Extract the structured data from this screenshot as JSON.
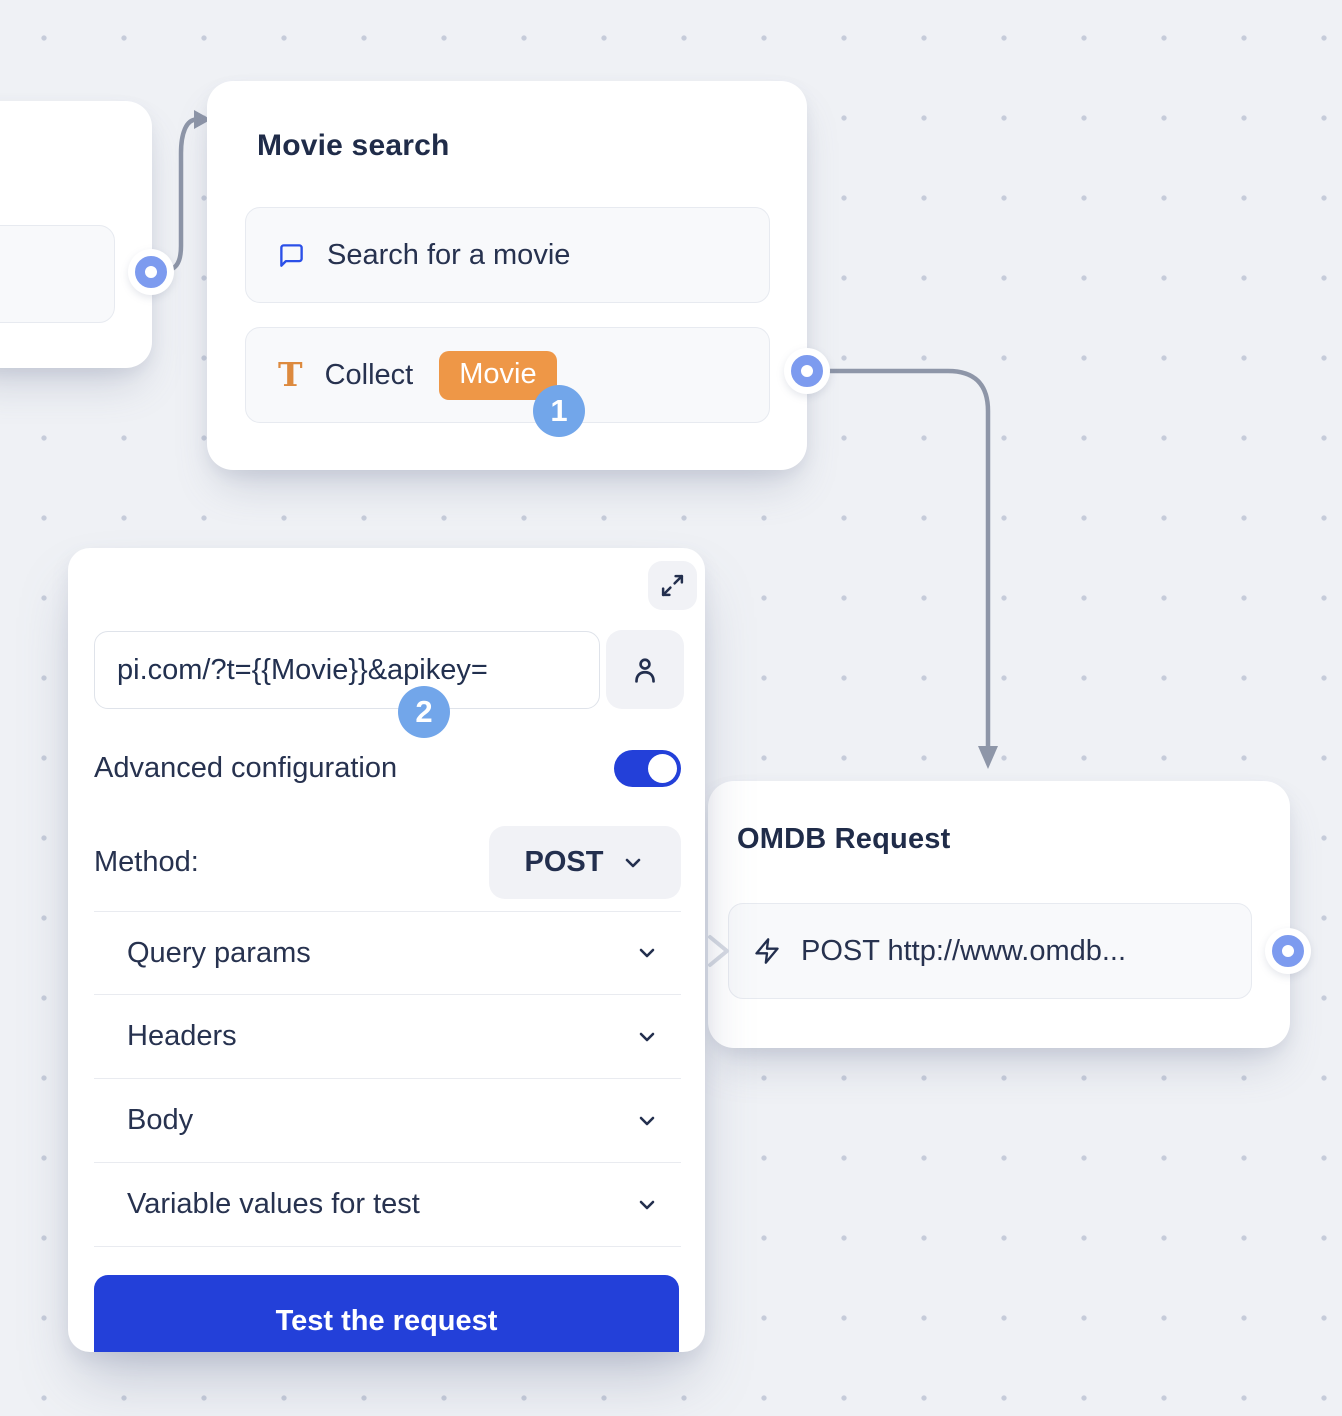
{
  "app": {
    "name": "chatbot flow builder canvas"
  },
  "colors": {
    "canvas_bg": "#eff1f5",
    "dot_grid": "#c6ccda",
    "card_bg": "#ffffff",
    "item_bg": "#f8f9fb",
    "item_border": "#e7eaf0",
    "title_text": "#202c49",
    "body_text": "#27324f",
    "accent_blue": "#2340d9",
    "icon_blue": "#2b50e8",
    "orange_icon": "#dd8a3e",
    "orange_badge": "#ee9747",
    "step_badge_blue": "#72a6ea",
    "connector_gray": "#8e96a8",
    "port_blue": "#7d9bef"
  },
  "icons": {
    "expand": "expand-diagonal-icon",
    "insert_variable": "person-icon",
    "chat": "chat-bubble-icon",
    "collect": "text-icon",
    "request": "lightning-icon",
    "chevron": "chevron-down-icon",
    "port": "connection-port",
    "input_notch": "input-arrow-notch"
  },
  "annotations": {
    "step1": "1",
    "step2": "2"
  },
  "nodes": {
    "movie_search": {
      "title": "Movie search",
      "items": [
        {
          "icon": "chat-bubble-icon",
          "label": "Search for a movie"
        },
        {
          "icon": "text-icon",
          "icon_glyph": "T",
          "label": "Collect",
          "variable_badge": "Movie"
        }
      ]
    },
    "omdb_request": {
      "title": "OMDB Request",
      "items": [
        {
          "icon": "lightning-icon",
          "label": "POST http://www.omdb..."
        }
      ]
    }
  },
  "webhook_panel": {
    "url_input": {
      "value": "pi.com/?t={{Movie}}&apikey="
    },
    "advanced_configuration_label": "Advanced configuration",
    "advanced_configuration_enabled": true,
    "method_label": "Method:",
    "method_value": "POST",
    "sections": [
      {
        "label": "Query params"
      },
      {
        "label": "Headers"
      },
      {
        "label": "Body"
      },
      {
        "label": "Variable values for test"
      }
    ],
    "test_button_label": "Test the request"
  }
}
